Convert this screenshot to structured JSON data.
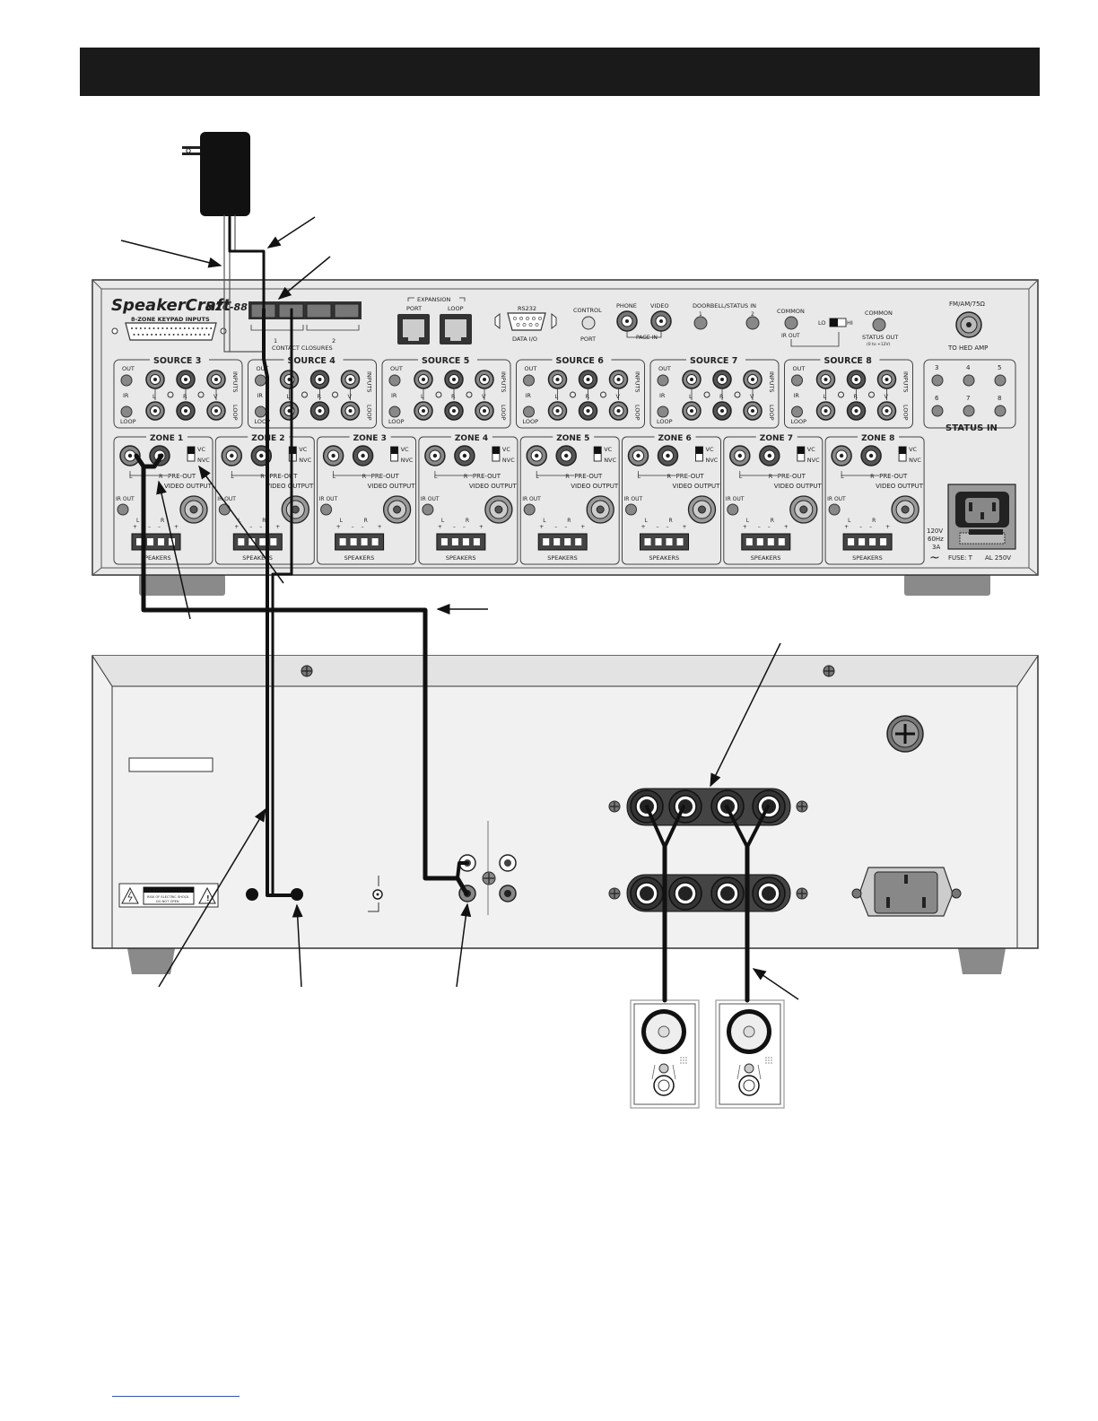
{
  "mzc": {
    "brand": "SpeakerCraft",
    "model": "MZC-88",
    "keypad_inputs": "8-ZONE KEYPAD INPUTS",
    "expansion": "EXPANSION",
    "port": "PORT",
    "loop": "LOOP",
    "rs232": "RS232",
    "data_io": "DATA I/O",
    "control": "CONTROL",
    "control_port": "PORT",
    "phone": "PHONE",
    "video": "VIDEO",
    "page_in": "PAGE IN",
    "doorbell": "DOORBELL/STATUS IN",
    "doorbell_num": "2",
    "doorbell_num1": "1",
    "common1": "COMMON",
    "common2": "COMMON",
    "ir_out": "IR OUT",
    "status_out": "STATUS OUT",
    "status_out_sub": "(0 to +12V)",
    "lo": "LO",
    "hi": "HI",
    "fm_am": "FM/AM/75Ω",
    "to_hed_amp": "TO HED AMP",
    "contact_closures": "CONTACT CLOSURES",
    "cc1": "1",
    "cc2": "2",
    "sources": [
      "SOURCE 3",
      "SOURCE 4",
      "SOURCE 5",
      "SOURCE 6",
      "SOURCE 7",
      "SOURCE 8"
    ],
    "src_out": "OUT",
    "src_ir": "IR",
    "src_loop": "LOOP",
    "src_l": "L",
    "src_r": "R",
    "src_v": "V",
    "src_inputs": "INPUTS",
    "src_loop_side": "LOOP",
    "status_in": "STATUS IN",
    "status_nums": [
      "3",
      "4",
      "5",
      "6",
      "7",
      "8"
    ],
    "zones": [
      "ZONE 1",
      "ZONE 2",
      "ZONE 3",
      "ZONE 4",
      "ZONE 5",
      "ZONE 6",
      "ZONE 7",
      "ZONE 8"
    ],
    "vc": "VC",
    "nvc": "NVC",
    "pre_out": "PRE-OUT",
    "video_output": "VIDEO OUTPUT",
    "zone_ir_out": "IR OUT",
    "speakers": "SPEAKERS",
    "power_rating": [
      "120V",
      "60Hz",
      "3A"
    ],
    "fuse": "FUSE: T",
    "fuse_rating": "AL 250V"
  },
  "amp": {
    "warning_line1": "RISK OF ELECTRIC SHOCK",
    "warning_line2": "DO NOT OPEN"
  },
  "colors": {
    "title_bar": "#1a1a1a",
    "panel": "#eeeeee",
    "cable": "#111111",
    "jack": "#777777"
  }
}
